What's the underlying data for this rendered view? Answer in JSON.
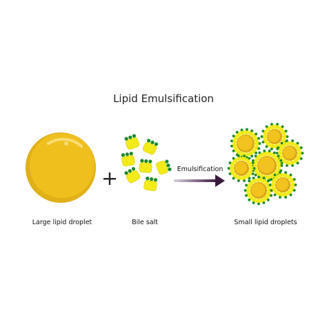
{
  "title": "Lipid Emulsification",
  "labels": {
    "large": "Large lipid droplet",
    "bile": "Bile salt",
    "small": "Small lipid droplets",
    "process": "Emulsification"
  },
  "colors": {
    "lipid_outer": "#e2b51a",
    "lipid_inner": "#f2c21e",
    "lipid_highlight": "#f7d560",
    "bile_yellow": "#f2ea1a",
    "bile_green": "#1a8a2a",
    "arrow_start": "#d8d0dc",
    "arrow_end": "#3a1a3c"
  }
}
